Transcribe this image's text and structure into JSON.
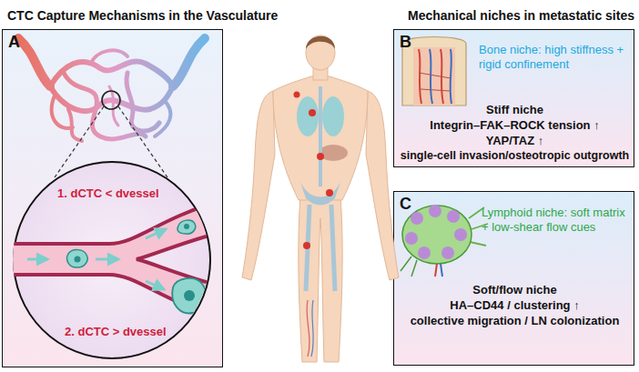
{
  "diagram": {
    "nodes": [
      {
        "text": [
          "A"
        ]
      },
      {
        "text": [
          "1. dCTC < dvessel",
          "2. dCTC > dvessel"
        ],
        "in": 0
      },
      {
        "text": [
          "B",
          "Bone niche: high stiffness + rigid confinement",
          "Stiff niche",
          "Integrin–FAK–ROCK tension ↑",
          "YAP/TAZ ↑",
          "single-cell invasion/osteotropic outgrowth"
        ]
      },
      {
        "text": [
          "C",
          "Lymphoid niche: soft matrix + low-shear flow cues",
          "Soft/flow niche",
          "HA–CD44 / clustering ↑",
          "collective migration / LN colonization"
        ]
      }
    ],
    "labels": [
      "CTC Capture Mechanisms in the Vasculature",
      "Mechanical niches in metastatic sites"
    ]
  }
}
